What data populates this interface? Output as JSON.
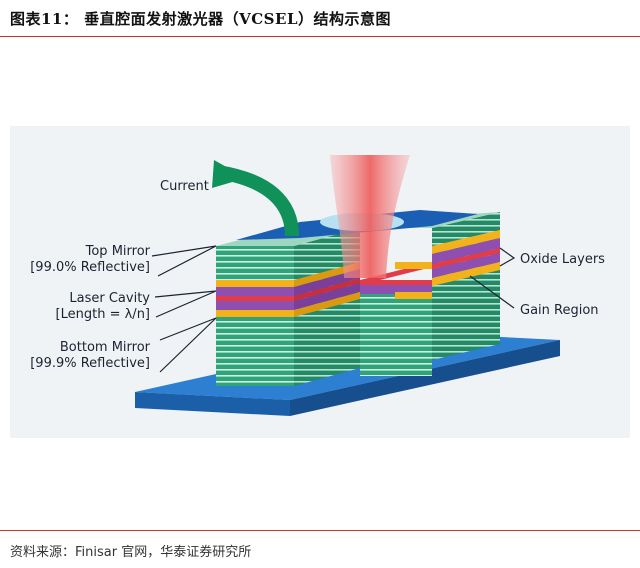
{
  "figure": {
    "title": "图表11：  垂直腔面发射激光器（VCSEL）结构示意图",
    "source": "资料来源：Finisar 官网，华泰证券研究所"
  },
  "labels": {
    "current": "Current",
    "top_mirror": "Top Mirror",
    "top_mirror_sub": "[99.0% Reflective]",
    "laser_cavity": "Laser Cavity",
    "laser_cavity_sub": "[Length = λ/n]",
    "bottom_mirror": "Bottom Mirror",
    "bottom_mirror_sub": "[99.9% Reflective]",
    "oxide_layers": "Oxide Layers",
    "gain_region": "Gain Region"
  },
  "colors": {
    "mirror_green": "#2fa37a",
    "mirror_stripe": "#cfeee2",
    "oxide_yellow": "#f2b21b",
    "cavity_purple": "#8e4fb0",
    "gain_red": "#e23b4a",
    "substrate_blue": "#1f6fc0",
    "contact_blue": "#1a5fb4",
    "current_arrow": "#11915a",
    "beam_red": "#f06b6b",
    "rule_red": "#c0392b"
  },
  "icons": {
    "current": "curved-arrow-icon"
  }
}
